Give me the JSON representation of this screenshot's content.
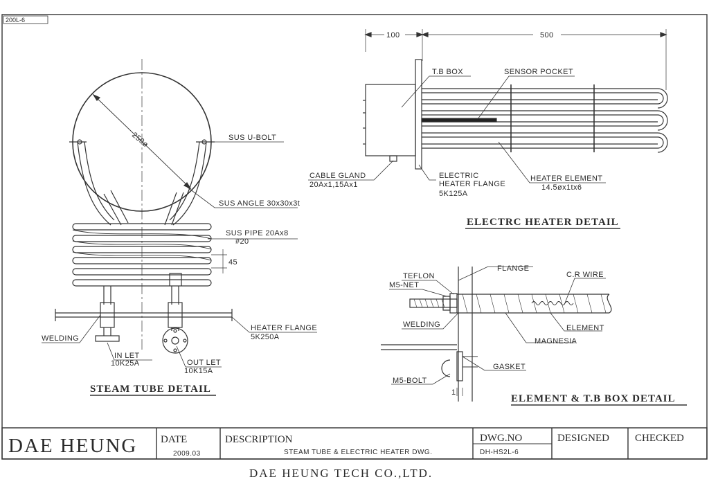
{
  "sheet": {
    "ref": "200L-6"
  },
  "steam_tube": {
    "title": "STEAM TUBE DETAIL",
    "diameter": "250ø",
    "u_bolt": "SUS U-BOLT",
    "angle": "SUS ANGLE 30x30x3t",
    "pipe_line1": "SUS PIPE 20Ax8",
    "pipe_line2": "#20",
    "pitch": "45",
    "flange_line1": "HEATER FLANGE",
    "flange_line2": "5K250A",
    "welding": "WELDING",
    "inlet_line1": "IN LET",
    "inlet_line2": "10K25A",
    "outlet_line1": "OUT LET",
    "outlet_line2": "10K15A"
  },
  "electric_heater": {
    "title": "ELECTRC HEATER DETAIL",
    "dim_100": "100",
    "dim_500": "500",
    "tb_box": "T.B BOX",
    "sensor_pocket": "SENSOR POCKET",
    "cable_line1": "CABLE GLAND",
    "cable_line2": "20Ax1,15Ax1",
    "flange_line1": "ELECTRIC",
    "flange_line2": "HEATER FLANGE",
    "flange_line3": "5K125A",
    "element_line1": "HEATER ELEMENT",
    "element_line2": "14.5øx1tx6"
  },
  "element_detail": {
    "title": "ELEMENT & T.B BOX DETAIL",
    "flange": "FLANGE",
    "teflon": "TEFLON",
    "m5_net": "M5-NET",
    "cr_wire": "C.R WIRE",
    "welding": "WELDING",
    "element": "ELEMENT",
    "magnesia": "MAGNESIA",
    "gasket": "GASKET",
    "m5_bolt": "M5-BOLT",
    "dim_1": "1"
  },
  "title_block": {
    "company": "DAE HEUNG",
    "date_label": "DATE",
    "date_value": "2009.03",
    "description_label": "DESCRIPTION",
    "description_value": "STEAM TUBE & ELECTRIC HEATER DWG.",
    "dwg_label": "DWG.NO",
    "dwg_value": "DH-HS2L-6",
    "designed_label": "DESIGNED",
    "checked_label": "CHECKED"
  },
  "footer": {
    "company_full": "DAE HEUNG TECH CO.,LTD."
  }
}
